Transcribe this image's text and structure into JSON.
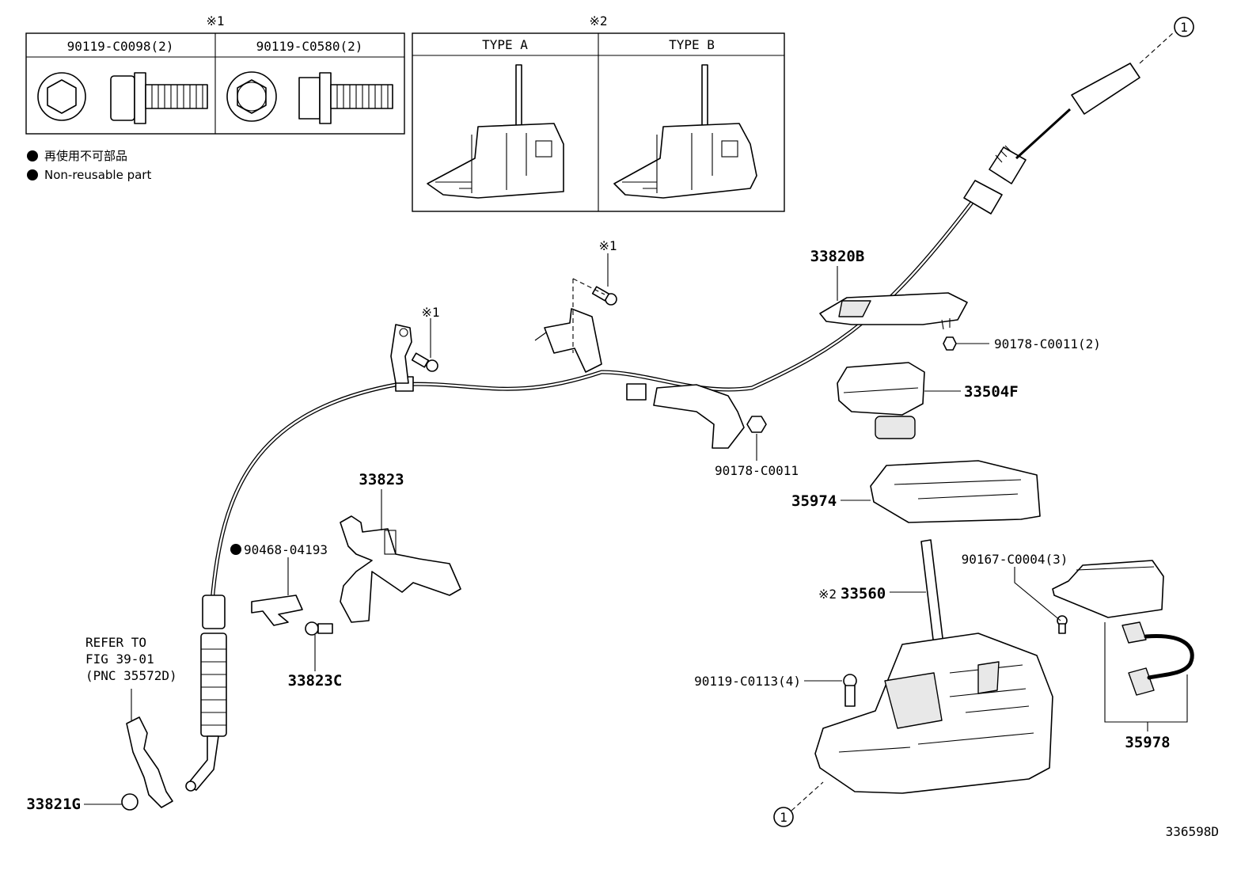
{
  "inset1": {
    "mark": "※1",
    "col1_part": "90119-C0098(2)",
    "col2_part": "90119-C0580(2)"
  },
  "inset2": {
    "mark": "※2",
    "col1_title": "TYPE A",
    "col2_title": "TYPE B"
  },
  "legend": {
    "line_jp": "再使用不可部品",
    "line_en": "Non-reusable part"
  },
  "callouts": {
    "top_circle": "1",
    "bottom_circle": "1",
    "mark_bolt_a": "※1",
    "mark_bolt_b": "※1",
    "p33820B": "33820B",
    "p90178_2": "90178-C0011(2)",
    "p33504F": "33504F",
    "p90178": "90178-C0011",
    "p35974": "35974",
    "p33823": "33823",
    "p90468": "90468-04193",
    "p33823C": "33823C",
    "p90167": "90167-C0004(3)",
    "p33560_mark": "※2",
    "p33560": "33560",
    "p90119_4": "90119-C0113(4)",
    "p35978": "35978",
    "refer_1": "REFER TO",
    "refer_2": "FIG 39-01",
    "refer_3": "(PNC 35572D)",
    "p33821G": "33821G",
    "figure_id": "336598D"
  }
}
